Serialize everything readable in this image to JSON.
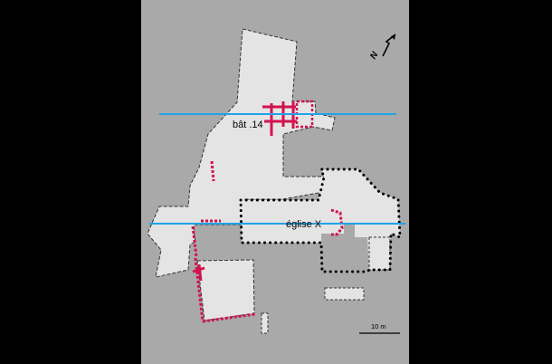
{
  "labels": {
    "building": "bât .14",
    "church": "église X",
    "scale": "10 m",
    "north": "N"
  },
  "colors": {
    "frame": "#000000",
    "background": "#a9a9a9",
    "excavated_area": "#e4e4e4",
    "section_line": "#1fa3e6",
    "walls": "#d3124f",
    "church_outline": "#000000"
  }
}
